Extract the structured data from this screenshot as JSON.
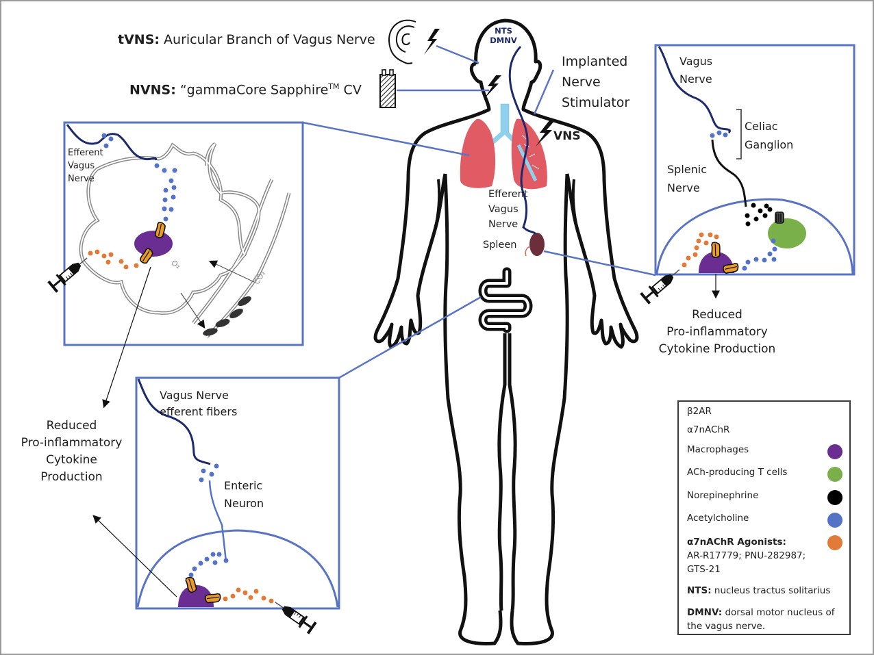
{
  "stimulation": {
    "tvns_prefix": "tVNS:",
    "tvns_text": " Auricular Branch of Vagus Nerve",
    "nvns_prefix": "NVNS:",
    "nvns_text": " “gammaCore Sapphire",
    "nvns_tm": "TM",
    "nvns_suffix": " CV",
    "implanted_line1": "Implanted",
    "implanted_line2": "Nerve",
    "implanted_line3": "Stimulator",
    "vns": "VNS"
  },
  "body": {
    "brain_line1": "NTS",
    "brain_line2": "DMNV",
    "efferent_line1": "Efferent",
    "efferent_line2": "Vagus",
    "efferent_line3": "Nerve",
    "spleen": "Spleen"
  },
  "lung_panel": {
    "nerve_line1": "Efferent",
    "nerve_line2": "Vagus",
    "nerve_line3": "Nerve",
    "o2": "O₂",
    "co2": "CO₂",
    "outcome_line1": "Reduced",
    "outcome_line2": "Pro-inflammatory",
    "outcome_line3": "Cytokine",
    "outcome_line4": "Production"
  },
  "spleen_panel": {
    "vagus_line1": "Vagus",
    "vagus_line2": "Nerve",
    "celiac_line1": "Celiac",
    "celiac_line2": "Ganglion",
    "splenic_line1": "Splenic",
    "splenic_line2": "Nerve",
    "outcome_line1": "Reduced",
    "outcome_line2": "Pro-inflammatory",
    "outcome_line3": "Cytokine Production"
  },
  "gut_panel": {
    "vagus_line1": "Vagus Nerve",
    "vagus_line2": "efferent fibers",
    "enteric_line1": "Enteric",
    "enteric_line2": "Neuron"
  },
  "legend": {
    "items": [
      {
        "label": "β2AR",
        "icon": "beta2ar-receptor-icon"
      },
      {
        "label": "α7nAChR",
        "icon": "a7nachr-receptor-icon"
      },
      {
        "label": "Macrophages",
        "color": "#6a2d91"
      },
      {
        "label": "ACh-producing T cells",
        "color": "#79b04a"
      },
      {
        "label": "Norepinephrine",
        "color": "#000000"
      },
      {
        "label": "Acetylcholine",
        "color": "#5573c6"
      },
      {
        "label": "α7nAChR Agonists:",
        "color": "#e07b39"
      }
    ],
    "agonists_line1": "AR-R17779; PNU-282987;",
    "agonists_line2": "GTS-21",
    "nts_abbr": "NTS:",
    "nts_def": " nucleus tractus solitarius",
    "dmnv_abbr": "DMNV:",
    "dmnv_def_line1": " dorsal motor nucleus of",
    "dmnv_def_line2": "the vagus nerve."
  },
  "colors": {
    "panel_border": "#5a74c4",
    "vagus_nerve": "#1c2a6b",
    "acetylcholine": "#5573c6",
    "agonist": "#e07b39",
    "macrophage": "#6a2d91",
    "t_cell": "#79b04a",
    "norepinephrine": "#000000",
    "lung": "#e05b64",
    "airway": "#8fd0ec",
    "spleen": "#6b2e3a",
    "receptor": "#e89a2a"
  }
}
